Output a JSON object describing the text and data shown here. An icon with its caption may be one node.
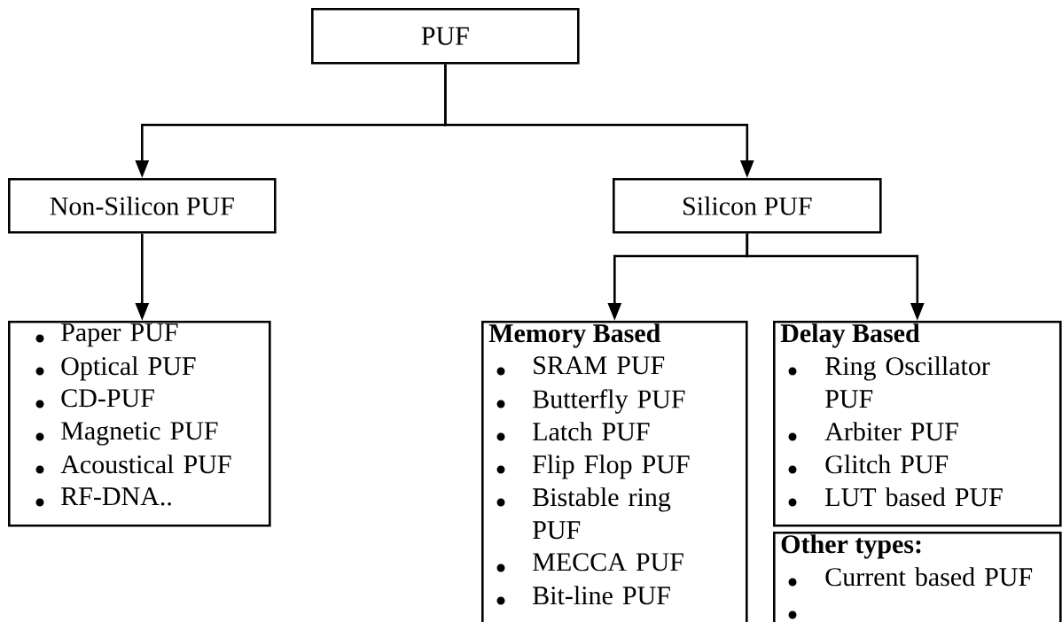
{
  "diagram": {
    "nodes": [
      {
        "text": [
          "PUF"
        ]
      },
      {
        "text": [
          "Non-Silicon PUF"
        ]
      },
      {
        "text": [
          "Silicon PUF"
        ]
      },
      {
        "text": [
          "Paper PUF",
          "Optical PUF",
          "CD-PUF",
          "Magnetic PUF",
          "Acoustical PUF",
          "RF-DNA.."
        ]
      },
      {
        "text": [
          "Memory Based",
          "SRAM PUF",
          "Butterfly PUF",
          "Latch PUF",
          "Flip Flop PUF",
          "Bistable ring PUF",
          "MECCA PUF",
          "Bit-line PUF"
        ]
      },
      {
        "text": [
          "Delay Based",
          "Ring Oscillator PUF",
          "Arbiter PUF",
          "Glitch PUF",
          "LUT based PUF"
        ]
      },
      {
        "text": [
          "Other types:",
          "Current based PUF"
        ]
      }
    ],
    "edges": [
      {
        "from": 0,
        "to": 1,
        "arrow": "to"
      },
      {
        "from": 0,
        "to": 2,
        "arrow": "to"
      },
      {
        "from": 1,
        "to": 3,
        "arrow": "to"
      },
      {
        "from": 2,
        "to": 4,
        "arrow": "to"
      },
      {
        "from": 2,
        "to": 5,
        "arrow": "to"
      }
    ]
  }
}
